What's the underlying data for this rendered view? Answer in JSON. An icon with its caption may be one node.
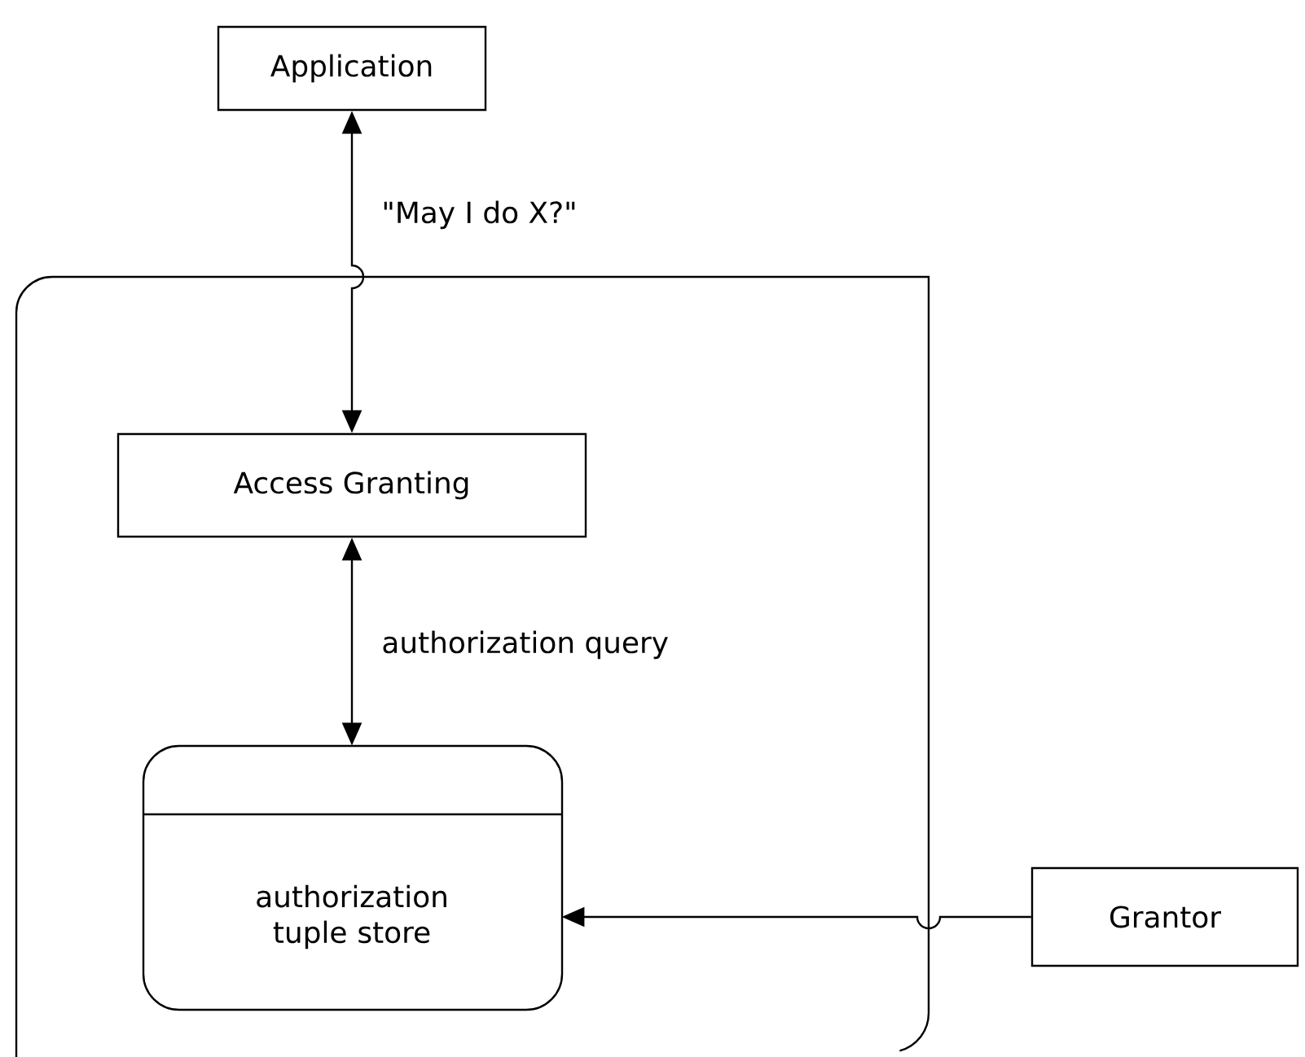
{
  "diagram": {
    "nodes": [
      {
        "text": [],
        "shape": "box"
      },
      {
        "text": [
          "Application"
        ]
      },
      {
        "text": [
          "Access Granting"
        ],
        "in": 0
      },
      {
        "text": [
          "authorization tuple store"
        ],
        "in": 0
      },
      {
        "text": [
          "Grantor"
        ]
      }
    ],
    "edges": [
      {
        "from": 1,
        "to": 2,
        "arrow": "both",
        "label": "\"May I do X?\""
      },
      {
        "from": 2,
        "to": 3,
        "arrow": "both",
        "label": "authorization query"
      },
      {
        "from": 4,
        "to": 3,
        "arrow": "to"
      }
    ]
  }
}
